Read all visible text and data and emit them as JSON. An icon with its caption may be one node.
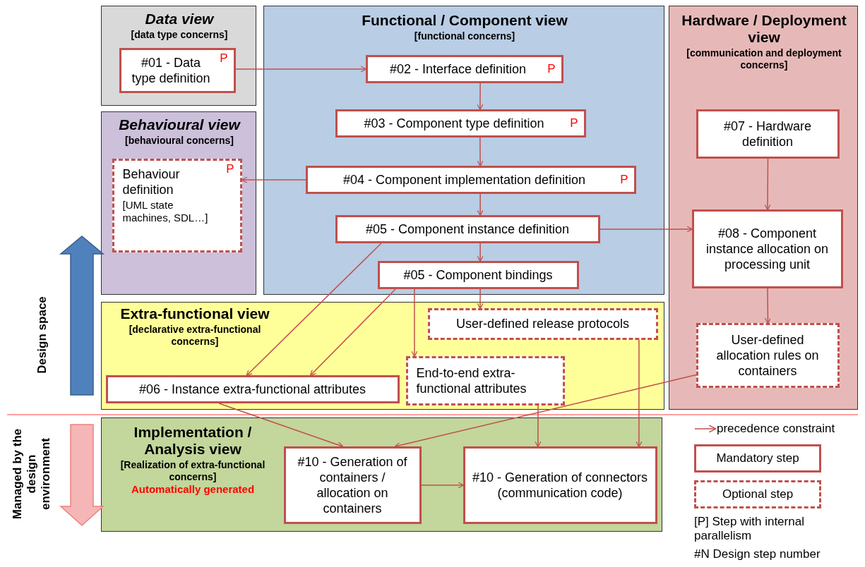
{
  "diagram": {
    "nodes": [
      {
        "text": [
          "Data view",
          "[data type concerns]"
        ]
      },
      {
        "text": [
          "#01 - Data type definition",
          "P"
        ],
        "in": 0
      },
      {
        "text": [
          "Functional / Component view",
          "[functional concerns]"
        ]
      },
      {
        "text": [
          "#02 - Interface definition",
          "P"
        ],
        "in": 2
      },
      {
        "text": [
          "#03 - Component type definition",
          "P"
        ],
        "in": 2
      },
      {
        "text": [
          "#04 - Component implementation definition",
          "P"
        ],
        "in": 2
      },
      {
        "text": [
          "#05 - Component instance definition"
        ],
        "in": 2
      },
      {
        "text": [
          "#05 - Component bindings"
        ],
        "in": 2
      },
      {
        "text": [
          "Hardware / Deployment view",
          "[communication and deployment concerns]"
        ]
      },
      {
        "text": [
          "#07 - Hardware definition"
        ],
        "in": 8
      },
      {
        "text": [
          "#08 - Component instance allocation on processing unit"
        ],
        "in": 8
      },
      {
        "text": [
          "User-defined allocation rules on containers"
        ],
        "in": 8
      },
      {
        "text": [
          "Behavioural view",
          "[behavioural concerns]"
        ]
      },
      {
        "text": [
          "Behaviour definition",
          "[UML state machines, SDL…]",
          "P"
        ],
        "in": 12
      },
      {
        "text": [
          "Extra-functional view",
          "[declarative extra-functional concerns]"
        ]
      },
      {
        "text": [
          "User-defined release protocols"
        ],
        "in": 14
      },
      {
        "text": [
          "End-to-end extra-functional attributes"
        ],
        "in": 14
      },
      {
        "text": [
          "#06 - Instance extra-functional attributes"
        ],
        "in": 14
      },
      {
        "text": [
          "Implementation / Analysis view",
          "[Realization of extra-functional concerns]",
          "Automatically generated"
        ]
      },
      {
        "text": [
          "#10 - Generation of containers / allocation on containers"
        ],
        "in": 18
      },
      {
        "text": [
          "#10 - Generation of connectors (communication code)"
        ],
        "in": 18
      }
    ],
    "edges": [
      {
        "from": 1,
        "to": 3,
        "arrow": "to"
      },
      {
        "from": 3,
        "to": 4,
        "arrow": "to"
      },
      {
        "from": 4,
        "to": 5,
        "arrow": "to"
      },
      {
        "from": 5,
        "to": 13,
        "arrow": "to"
      },
      {
        "from": 5,
        "to": 6,
        "arrow": "to"
      },
      {
        "from": 6,
        "to": 10,
        "arrow": "to"
      },
      {
        "from": 6,
        "to": 7,
        "arrow": "to"
      },
      {
        "from": 9,
        "to": 10,
        "arrow": "to"
      },
      {
        "from": 10,
        "to": 11,
        "arrow": "to"
      },
      {
        "from": 6,
        "to": 17,
        "arrow": "to"
      },
      {
        "from": 7,
        "to": 17,
        "arrow": "to"
      },
      {
        "from": 7,
        "to": 16,
        "arrow": "to"
      },
      {
        "from": 7,
        "to": 15,
        "arrow": "to"
      },
      {
        "from": 17,
        "to": 19,
        "arrow": "to"
      },
      {
        "from": 11,
        "to": 19,
        "arrow": "to"
      },
      {
        "from": 16,
        "to": 20,
        "arrow": "to"
      },
      {
        "from": 15,
        "to": 20,
        "arrow": "to"
      },
      {
        "from": 19,
        "to": 20,
        "arrow": "to"
      }
    ],
    "labels": [
      "Design space",
      "Managed by the design environment",
      "[P] Step with internal parallelism",
      "#N Design step number"
    ],
    "legend": [
      {
        "text": "precedence constraint"
      },
      {
        "text": "Mandatory step"
      },
      {
        "text": "Optional step"
      }
    ]
  }
}
